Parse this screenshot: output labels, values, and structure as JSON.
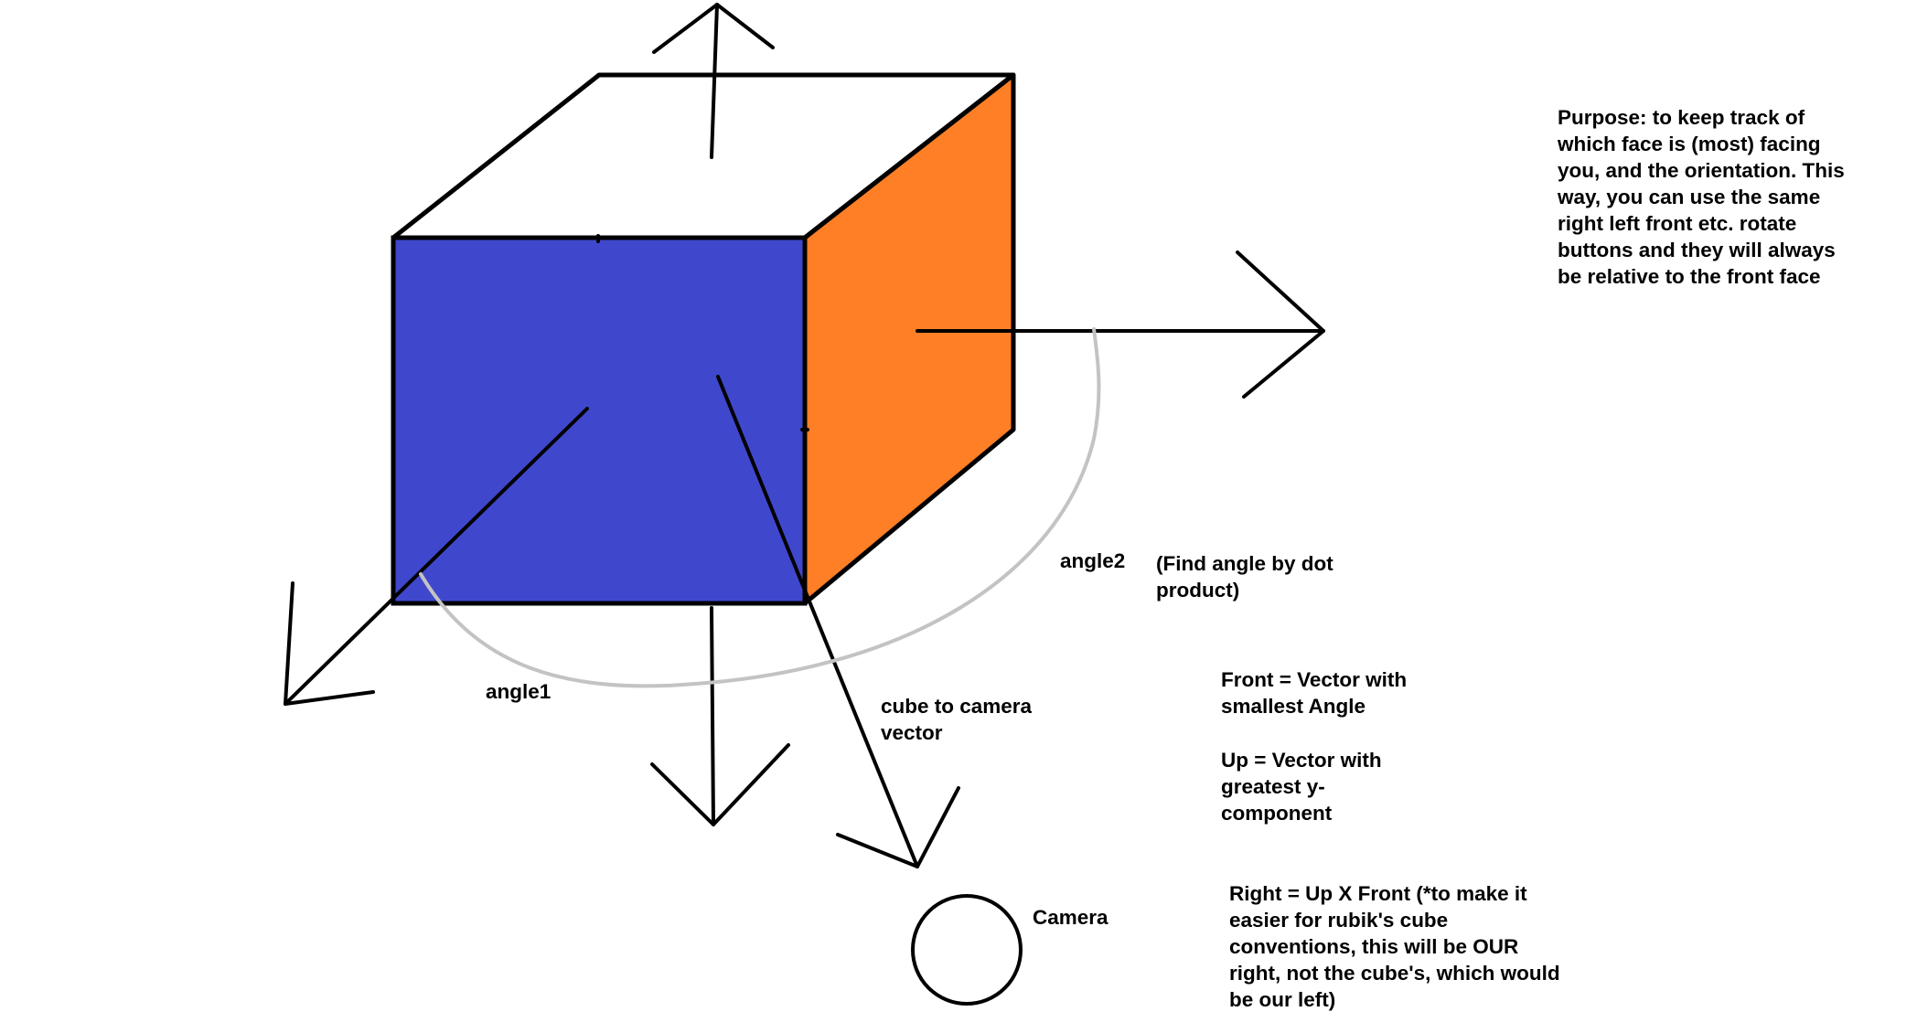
{
  "colors": {
    "front_face": "#3f48cc",
    "side_face": "#ff7f27",
    "top_face": "#ffffff",
    "angle_arc": "#c3c3c3",
    "ink": "#000000"
  },
  "labels": {
    "purpose": [
      "Purpose: to keep track of",
      "which face is (most) facing",
      "you, and the orientation. This",
      "way, you can use the same",
      "right left front etc. rotate",
      "buttons and they will always",
      "be relative to the front face"
    ],
    "angle2": "angle2",
    "dot_product": [
      "(Find angle by dot",
      "product)"
    ],
    "angle1": "angle1",
    "cube_to_camera": [
      "cube to camera",
      "vector"
    ],
    "front_rule": [
      "Front = Vector with",
      "smallest Angle"
    ],
    "up_rule": [
      "Up = Vector with",
      "greatest y-",
      "component"
    ],
    "camera": "Camera",
    "right_rule": [
      "Right = Up X Front (*to make it",
      "easier for rubik's cube",
      "conventions, this will be OUR",
      "right, not the cube's, which would",
      "be our left)"
    ]
  }
}
